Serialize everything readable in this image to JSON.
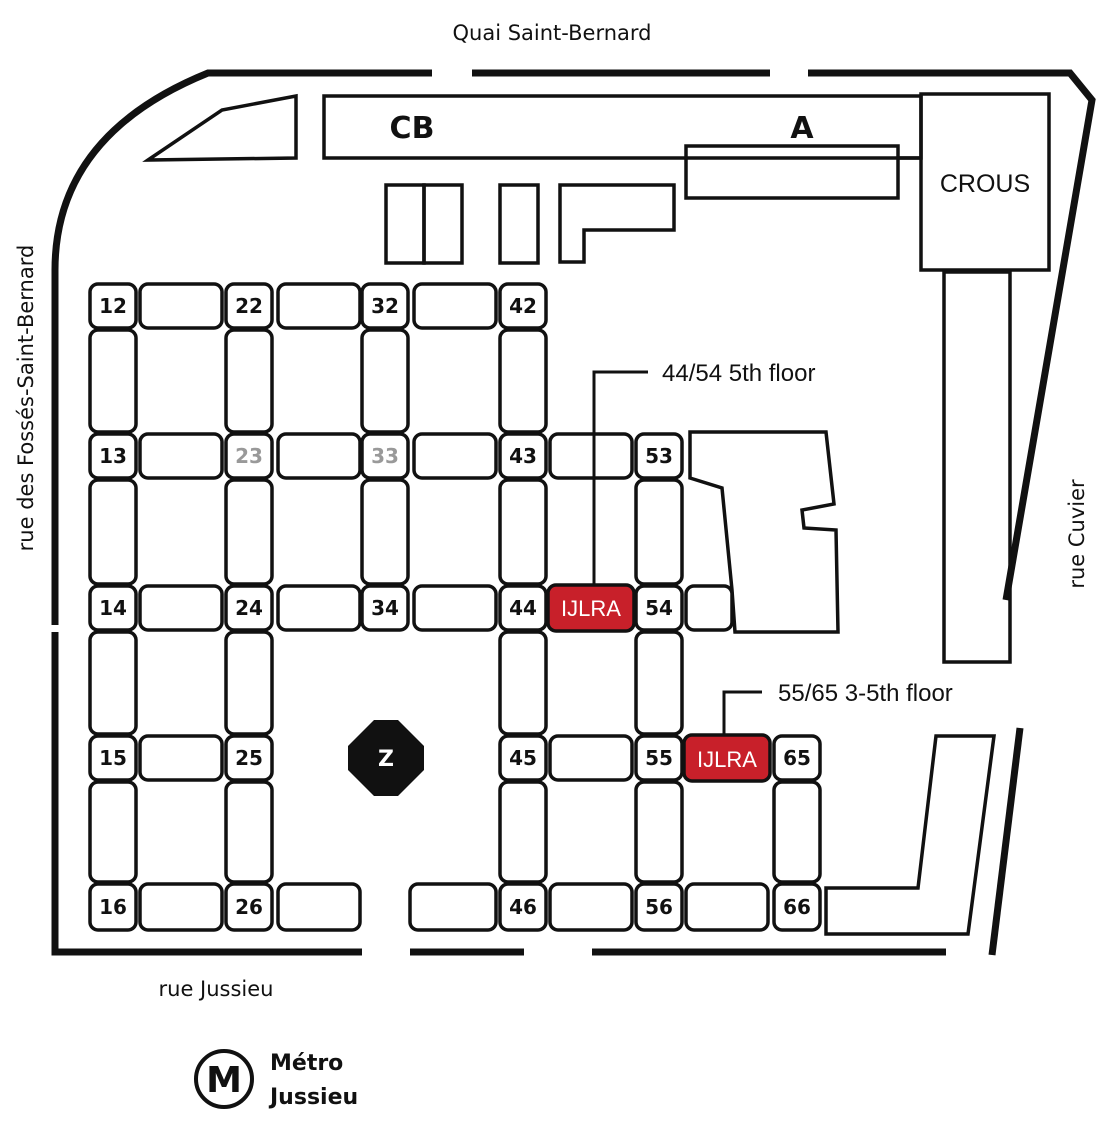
{
  "streets": {
    "north": "Quai Saint-Bernard",
    "west": "rue des Fossés-Saint-Bernard",
    "east": "rue Cuvier",
    "south": "rue Jussieu"
  },
  "buildings": {
    "cb": "CB",
    "a": "A",
    "crous": "CROUS",
    "b12": "12",
    "b22": "22",
    "b32": "32",
    "b42": "42",
    "b13": "13",
    "b23": "23",
    "b33": "33",
    "b43": "43",
    "b53": "53",
    "b14": "14",
    "b24": "24",
    "b34": "34",
    "b44": "44",
    "b54": "54",
    "b15": "15",
    "b25": "25",
    "b45": "45",
    "b55": "55",
    "b65": "65",
    "b16": "16",
    "b26": "26",
    "b46": "46",
    "b56": "56",
    "b66": "66",
    "zone_z": "Z"
  },
  "highlights": [
    {
      "label": "IJLRA",
      "callout": "44/54 5th floor",
      "color": "#c8202a"
    },
    {
      "label": "IJLRA",
      "callout": "55/65 3-5th floor",
      "color": "#c8202a"
    }
  ],
  "metro": {
    "symbol": "M",
    "line1": "Métro",
    "line2": "Jussieu"
  },
  "colors": {
    "outline": "#111111",
    "highlight": "#c8202a",
    "muted_number": "#999999"
  }
}
